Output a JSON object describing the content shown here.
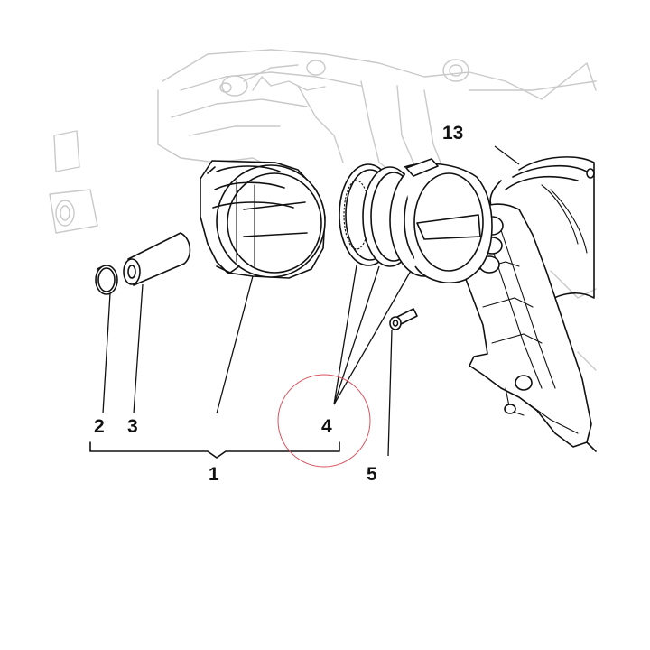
{
  "callouts": {
    "part_1": "1",
    "part_2": "2",
    "part_3": "3",
    "part_4": "4",
    "part_5": "5",
    "part_13": "13"
  },
  "colors": {
    "line": "#111111",
    "background_lines": "#c9c9c9",
    "highlight_circle": "#d9535f"
  }
}
